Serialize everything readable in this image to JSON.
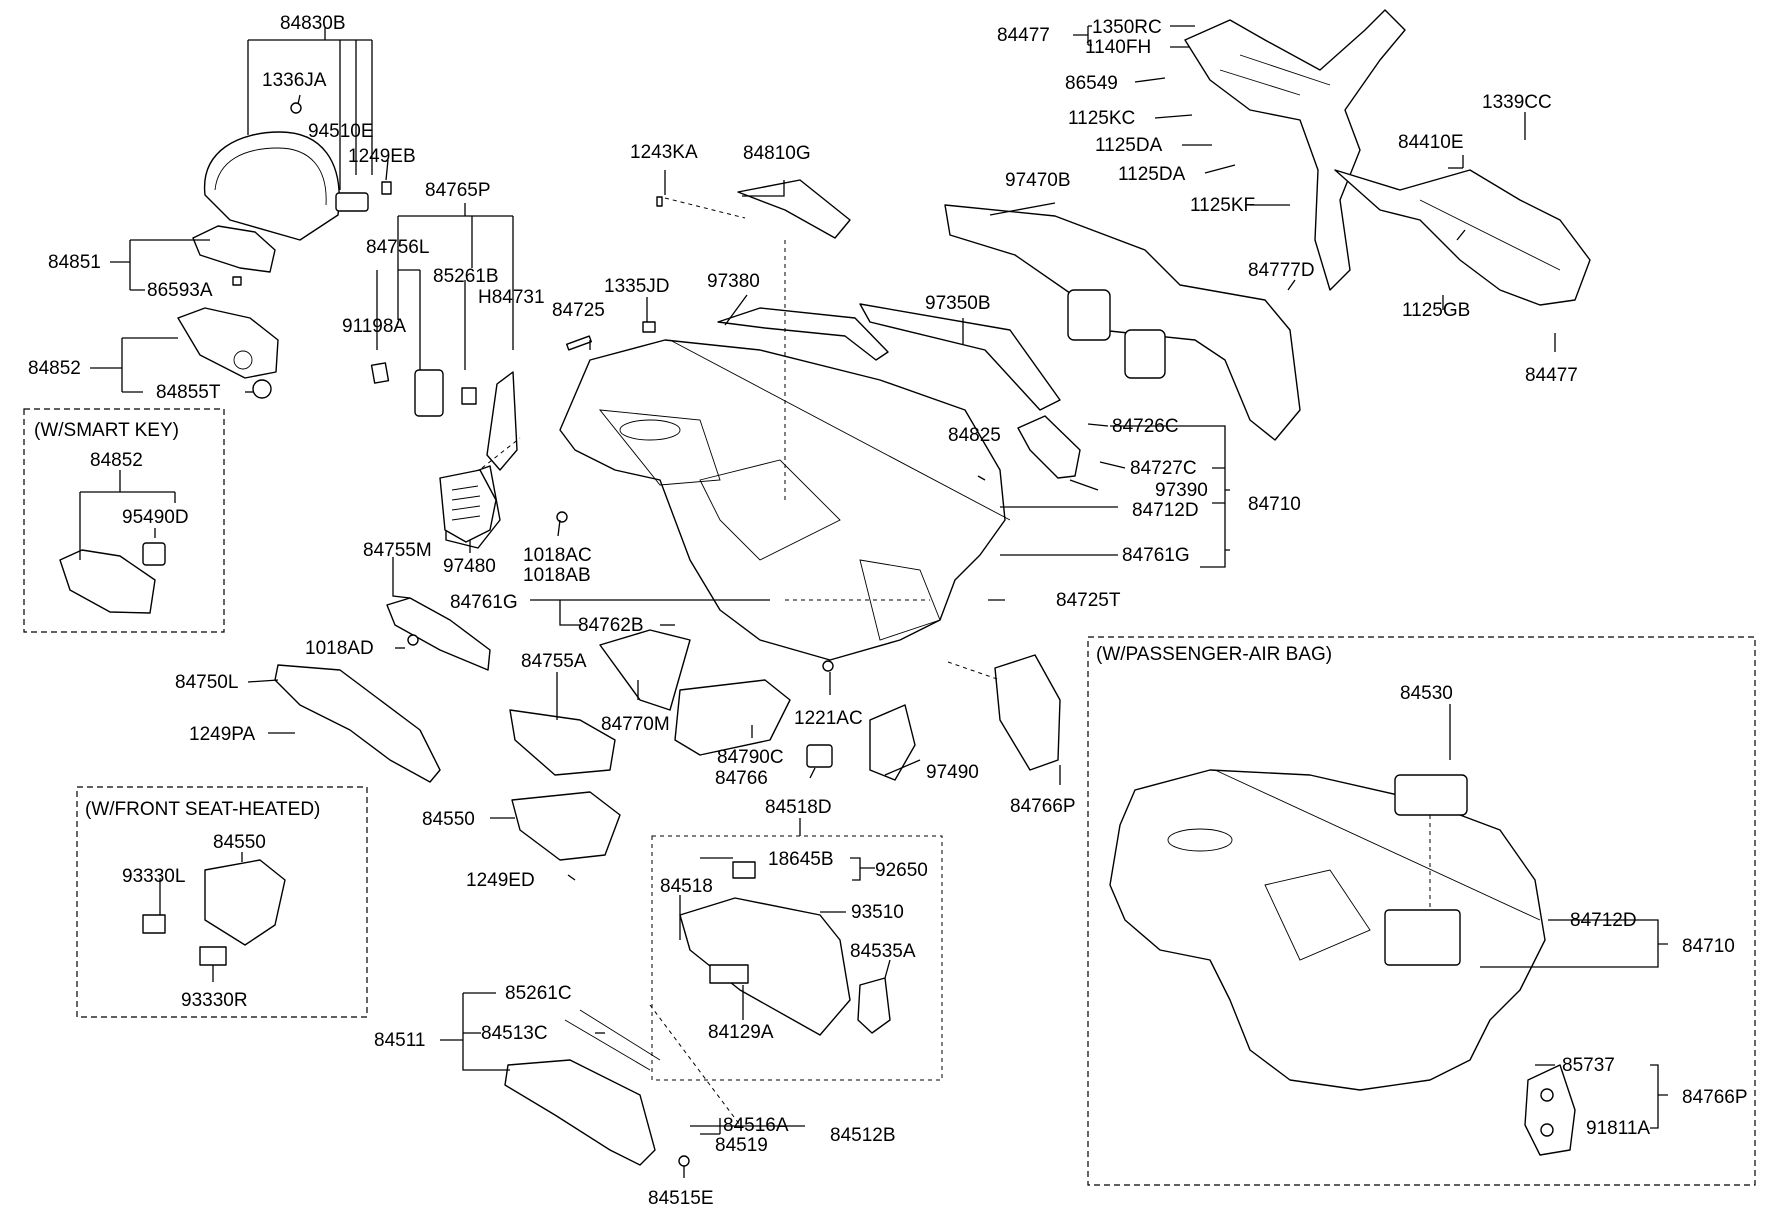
{
  "labels": {
    "p84830B": "84830B",
    "p1336JA": "1336JA",
    "p94510E": "94510E",
    "p1249EB": "1249EB",
    "p84851": "84851",
    "p86593A": "86593A",
    "p84852": "84852",
    "p84855T": "84855T",
    "p84765P": "84765P",
    "p84756L": "84756L",
    "p85261B": "85261B",
    "pH84731": "H84731",
    "p91198A": "91198A",
    "p1243KA": "1243KA",
    "p84810G": "84810G",
    "p97380": "97380",
    "p1335JD": "1335JD",
    "p84725": "84725",
    "p97470B": "97470B",
    "p97350B": "97350B",
    "p84477a": "84477",
    "p1350RC": "1350RC",
    "p1140FH": "1140FH",
    "p86549": "86549",
    "p1125KC": "1125KC",
    "p1125DAa": "1125DA",
    "p1125DAb": "1125DA",
    "p1125KF": "1125KF",
    "p1339CC": "1339CC",
    "p84410E": "84410E",
    "p84777D": "84777D",
    "p1125GB": "1125GB",
    "p84477b": "84477",
    "p84825": "84825",
    "p84726C": "84726C",
    "p84727C": "84727C",
    "p97390": "97390",
    "p84712D": "84712D",
    "p84710": "84710",
    "p84761Ga": "84761G",
    "p97480": "97480",
    "p1018AC": "1018AC",
    "p1018AB": "1018AB",
    "p84755M": "84755M",
    "p84761Gb": "84761G",
    "p84762B": "84762B",
    "p84725T": "84725T",
    "p1018AD": "1018AD",
    "p84750L": "84750L",
    "p84755A": "84755A",
    "p84770M": "84770M",
    "p1221AC": "1221AC",
    "p1249PA": "1249PA",
    "p84790C": "84790C",
    "p84766": "84766",
    "p97490": "97490",
    "p84766P": "84766P",
    "p84550": "84550",
    "p1249ED": "1249ED",
    "p84518D": "84518D",
    "p18645B": "18645B",
    "p92650": "92650",
    "p84518": "84518",
    "p93510": "93510",
    "p84535A": "84535A",
    "p84129A": "84129A",
    "p85261C": "85261C",
    "p84513C": "84513C",
    "p84511": "84511",
    "p84516A": "84516A",
    "p84519": "84519",
    "p84512B": "84512B",
    "p84515E": "84515E",
    "sk84852": "84852",
    "sk95490D": "95490D",
    "fs84550": "84550",
    "fs93330L": "93330L",
    "fs93330R": "93330R",
    "ab84530": "84530",
    "ab84712D": "84712D",
    "ab84710": "84710",
    "ab85737": "85737",
    "ab84766P": "84766P",
    "ab91811A": "91811A"
  },
  "boxes": {
    "smart_key": "(W/SMART KEY)",
    "front_seat_heated": "(W/FRONT SEAT-HEATED)",
    "passenger_air_bag": "(W/PASSENGER-AIR BAG)"
  }
}
